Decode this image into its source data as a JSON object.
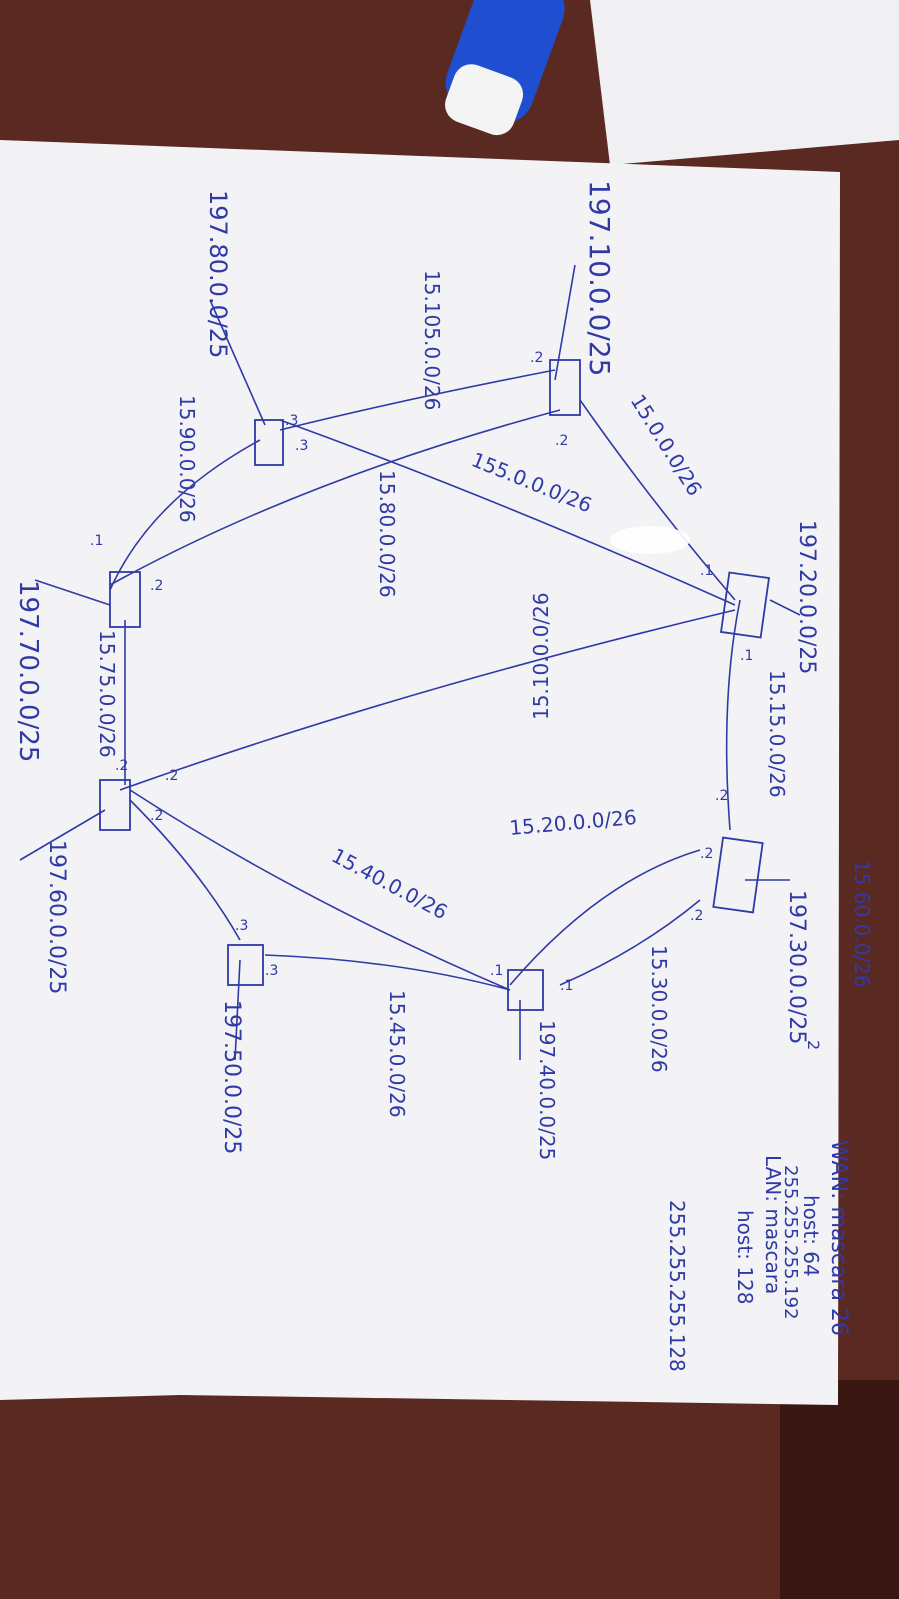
{
  "colors": {
    "table": "#5a2a22",
    "table_dark": "#3a1712",
    "paper": "#f3f3f6",
    "ink": "#2f3aa6",
    "marker_body": "#1f4fd0",
    "marker_cap": "#f4f4f4"
  },
  "subnets": {
    "lan_top_left": "197.10.0.0/25",
    "lan_top_right": "197.20.0.0/25",
    "lan_bottom_left": "197.70.0.0/25",
    "lan_a": "197.80.0.0/25",
    "lan_b": "197.30.0.0/25",
    "lan_c": "197.40.0.0/25",
    "lan_d": "197.50.0.0/25",
    "lan_e": "197.60.0.0/25",
    "wan_0": "15.0.0.0/26",
    "wan_155": "155.0.0.0/26",
    "wan_105": "15.105.0.0/26",
    "wan_80": "15.80.0.0/26",
    "wan_90": "15.90.0.0/26",
    "wan_10": "15.10.0.0/26",
    "wan_15": "15.15.0.0/26",
    "wan_75": "15.75.0.0/26",
    "wan_20": "15.20.0.0/26",
    "wan_40": "15.40.0.0/26",
    "wan_60": "15.60.0.0/26",
    "wan_45": "15.45.0.0/26",
    "wan_30": "15.30.0.0/26"
  },
  "notes": {
    "wan_mask": "WAN: mascara 26",
    "wan_host": "host: 64",
    "wan_netmask": "255.255.255.192",
    "lan_mask": "LAN: mascara",
    "lan_host": "host: 128",
    "lan_netmask": "255.255.255.128",
    "page_number": "2"
  },
  "ports": {
    "p1": ".1",
    "p2": ".2",
    "p3": ".3"
  }
}
